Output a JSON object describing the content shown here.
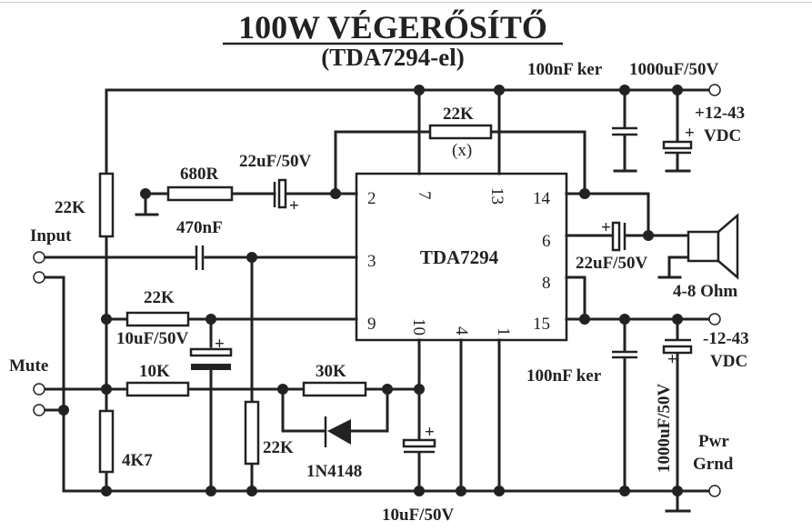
{
  "title": "100W VÉGERŐSÍTŐ",
  "subtitle": "(TDA7294-el)",
  "ic": {
    "name": "TDA7294",
    "pins": {
      "p2": "2",
      "p3": "3",
      "p9": "9",
      "p7": "7",
      "p13": "13",
      "p14": "14",
      "p6": "6",
      "p8": "8",
      "p15": "15",
      "p10": "10",
      "p4": "4",
      "p1": "1"
    }
  },
  "labels": {
    "r_22k_top_left": "22K",
    "r_680": "680R",
    "c_22u_in": "22uF/50V",
    "r_22k_feedback": "22K",
    "r_feedback_note": "(x)",
    "c_100n_pos": "100nF ker",
    "c_1000u_pos": "1000uF/50V",
    "vpos_line1": "+12-43",
    "vpos_line2": "VDC",
    "input": "Input",
    "c_470n": "470nF",
    "c_22u_boot": "22uF/50V",
    "speaker": "4-8 Ohm",
    "r_22k_mid": "22K",
    "c_10u_mute": "10uF/50V",
    "mute": "Mute",
    "r_10k": "10K",
    "r_30k": "30K",
    "r_4k7": "4K7",
    "r_22k_bottom": "22K",
    "diode": "1N4148",
    "c_10u_stby": "10uF/50V",
    "c_100n_neg": "100nF ker",
    "c_1000u_neg": "1000uF/50V",
    "vneg_line1": "-12-43",
    "vneg_line2": "VDC",
    "pwr_line1": "Pwr",
    "pwr_line2": "Grnd"
  }
}
